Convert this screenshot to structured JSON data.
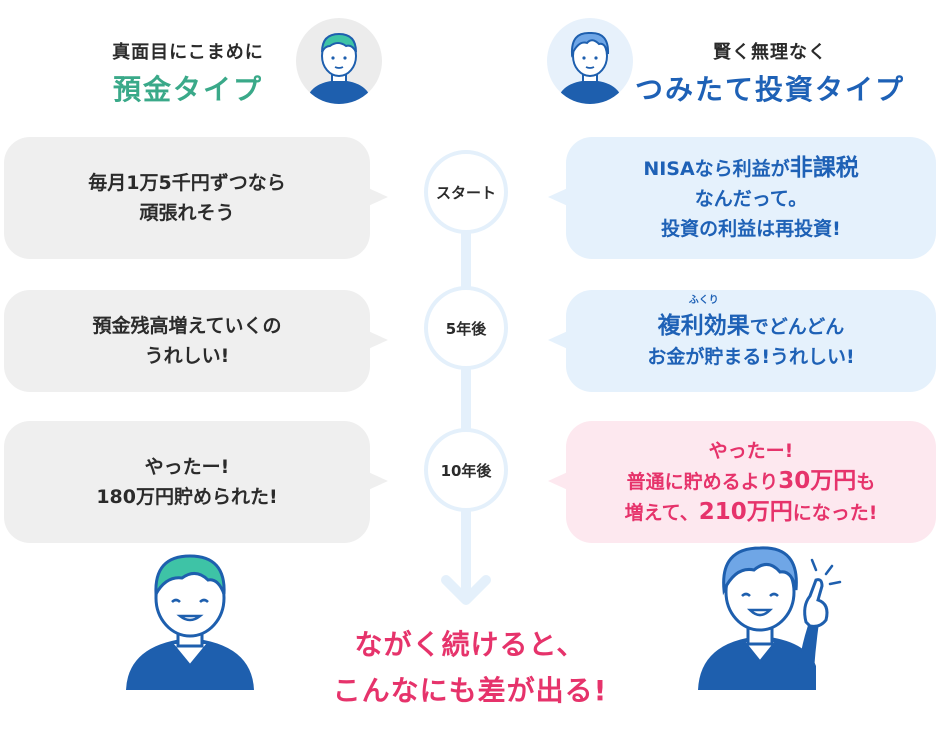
{
  "left_type": {
    "subtitle": "真面目にこまめに",
    "title": "預金タイプ"
  },
  "right_type": {
    "subtitle": "賢く無理なく",
    "title": "つみたて投資タイプ"
  },
  "timeline": [
    {
      "label": "スタート"
    },
    {
      "label": "5年後"
    },
    {
      "label": "10年後"
    }
  ],
  "left_bubbles": [
    {
      "line1": "毎月1万5千円ずつなら",
      "line2": "頑張れそう"
    },
    {
      "line1": "預金残高増えていくの",
      "line2": "うれしい!"
    },
    {
      "line1": "やったー!",
      "line2": "180万円貯められた!"
    }
  ],
  "right_bubbles": {
    "start": {
      "p1": "NISAなら利益が",
      "p1_em": "非課税",
      "line2": "なんだって。",
      "line3": "投資の利益は再投資!"
    },
    "year5": {
      "ruby_text": "ふくり",
      "em": "複利効果",
      "p1_rest": "でどんどん",
      "line2": "お金が貯まる!うれしい!"
    },
    "year10": {
      "line1": "やったー!",
      "l2a": "普通に貯めるより",
      "l2b": "30万円",
      "l2c": "も",
      "l3a": "増えて、",
      "l3b": "210万円",
      "l3c": "になった!"
    }
  },
  "conclusion": {
    "line1": "ながく続けると、",
    "line2": "こんなにも差が出る!"
  },
  "colors": {
    "green": "#3aa989",
    "blue": "#1e61b6",
    "pink": "#e6336b",
    "navy": "#1e5fae",
    "light_blue": "#e5f1fc",
    "light_gray": "#efefef",
    "light_pink": "#fde8ef"
  }
}
